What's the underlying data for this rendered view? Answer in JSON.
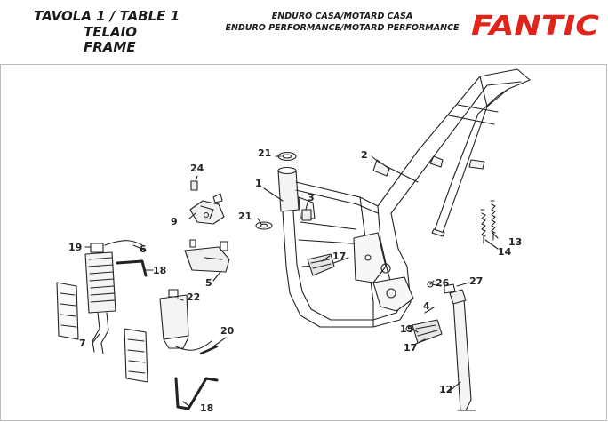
{
  "header": {
    "table_line": "TAVOLA 1  /  TABLE 1",
    "section_it": "TELAIO",
    "section_en": "FRAME",
    "model_line_1": "ENDURO CASA/MOTARD CASA",
    "model_line_2": "ENDURO PERFORMANCE/MOTARD PERFORMANCE",
    "brand": "FANTIC",
    "brand_color": "#e2231a"
  },
  "callouts": [
    {
      "id": "c1",
      "label": "1"
    },
    {
      "id": "c2",
      "label": "2"
    },
    {
      "id": "c3",
      "label": "3"
    },
    {
      "id": "c4",
      "label": "4"
    },
    {
      "id": "c5",
      "label": "5"
    },
    {
      "id": "c6",
      "label": "6"
    },
    {
      "id": "c7",
      "label": "7"
    },
    {
      "id": "c9",
      "label": "9"
    },
    {
      "id": "c12",
      "label": "12"
    },
    {
      "id": "c13",
      "label": "13"
    },
    {
      "id": "c14",
      "label": "14"
    },
    {
      "id": "c15",
      "label": "15"
    },
    {
      "id": "c17a",
      "label": "17"
    },
    {
      "id": "c17b",
      "label": "17"
    },
    {
      "id": "c18a",
      "label": "18"
    },
    {
      "id": "c18b",
      "label": "18"
    },
    {
      "id": "c19",
      "label": "19"
    },
    {
      "id": "c20",
      "label": "20"
    },
    {
      "id": "c21a",
      "label": "21"
    },
    {
      "id": "c21b",
      "label": "21"
    },
    {
      "id": "c22",
      "label": "22"
    },
    {
      "id": "c24",
      "label": "24"
    },
    {
      "id": "c26",
      "label": "26"
    },
    {
      "id": "c27",
      "label": "27"
    }
  ]
}
